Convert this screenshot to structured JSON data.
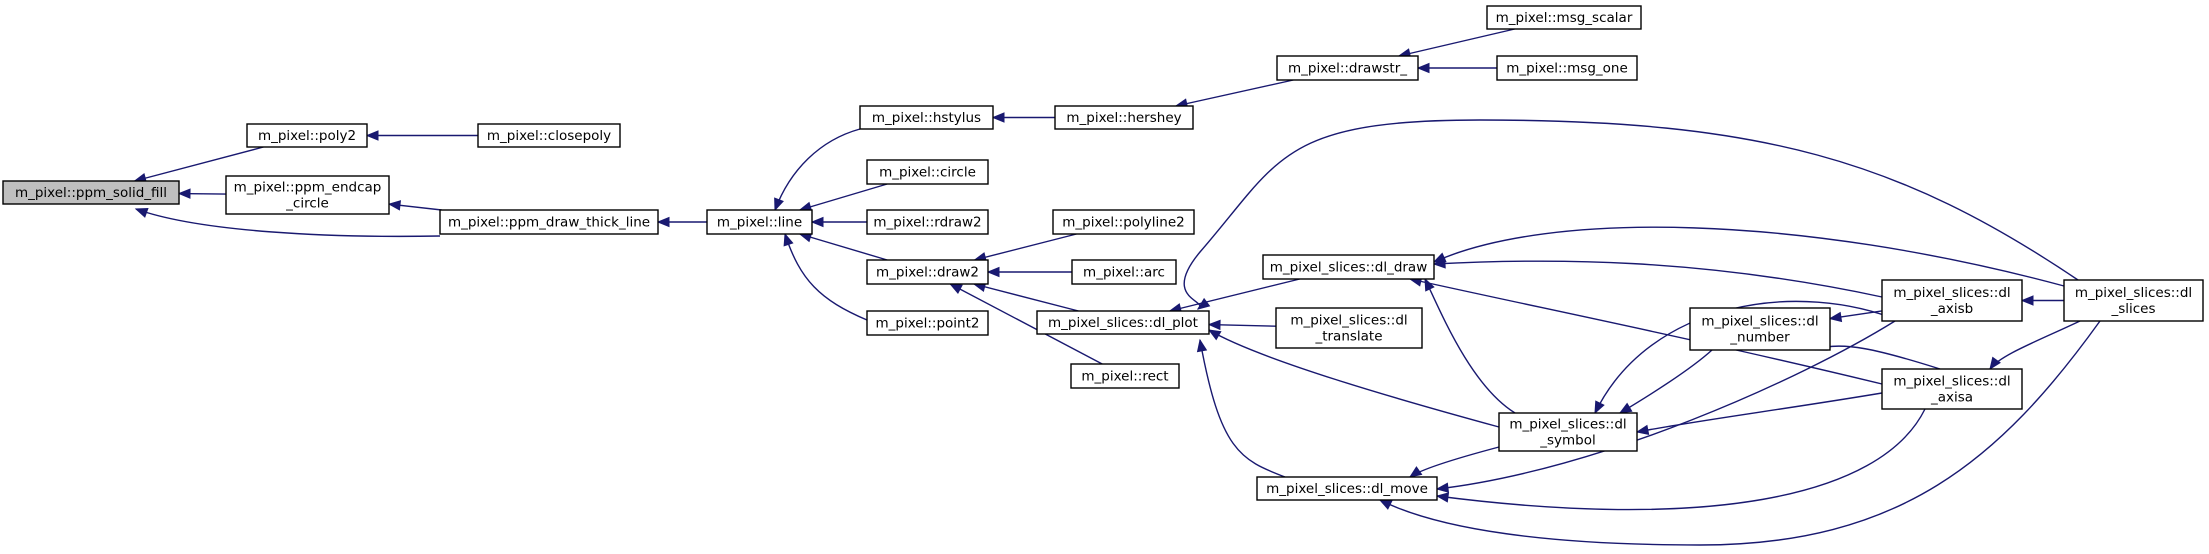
{
  "graph": {
    "colors": {
      "edge": "#191970",
      "root_fill": "#bfbfbf",
      "node_fill": "#ffffff",
      "node_border": "#000000"
    },
    "nodes": {
      "ppm_solid_fill": {
        "lines": [
          "m_pixel::ppm_solid_fill"
        ],
        "root": true
      },
      "poly2": {
        "lines": [
          "m_pixel::poly2"
        ]
      },
      "closepoly": {
        "lines": [
          "m_pixel::closepoly"
        ]
      },
      "ppm_endcap_circle": {
        "lines": [
          "m_pixel::ppm_endcap",
          "_circle"
        ]
      },
      "ppm_draw_thick_line": {
        "lines": [
          "m_pixel::ppm_draw_thick_line"
        ]
      },
      "line": {
        "lines": [
          "m_pixel::line"
        ]
      },
      "hstylus": {
        "lines": [
          "m_pixel::hstylus"
        ]
      },
      "hershey": {
        "lines": [
          "m_pixel::hershey"
        ]
      },
      "drawstr_": {
        "lines": [
          "m_pixel::drawstr_"
        ]
      },
      "msg_scalar": {
        "lines": [
          "m_pixel::msg_scalar"
        ]
      },
      "msg_one": {
        "lines": [
          "m_pixel::msg_one"
        ]
      },
      "circle": {
        "lines": [
          "m_pixel::circle"
        ]
      },
      "rdraw2": {
        "lines": [
          "m_pixel::rdraw2"
        ]
      },
      "draw2": {
        "lines": [
          "m_pixel::draw2"
        ]
      },
      "point2": {
        "lines": [
          "m_pixel::point2"
        ]
      },
      "polyline2": {
        "lines": [
          "m_pixel::polyline2"
        ]
      },
      "arc": {
        "lines": [
          "m_pixel::arc"
        ]
      },
      "dl_plot": {
        "lines": [
          "m_pixel_slices::dl_plot"
        ]
      },
      "rect": {
        "lines": [
          "m_pixel::rect"
        ]
      },
      "dl_draw": {
        "lines": [
          "m_pixel_slices::dl_draw"
        ]
      },
      "dl_translate": {
        "lines": [
          "m_pixel_slices::dl",
          "_translate"
        ]
      },
      "dl_move": {
        "lines": [
          "m_pixel_slices::dl_move"
        ]
      },
      "dl_symbol": {
        "lines": [
          "m_pixel_slices::dl",
          "_symbol"
        ]
      },
      "dl_number": {
        "lines": [
          "m_pixel_slices::dl",
          "_number"
        ]
      },
      "dl_axisb": {
        "lines": [
          "m_pixel_slices::dl",
          "_axisb"
        ]
      },
      "dl_axisa": {
        "lines": [
          "m_pixel_slices::dl",
          "_axisa"
        ]
      },
      "dl_slices": {
        "lines": [
          "m_pixel_slices::dl",
          "_slices"
        ]
      }
    },
    "edges": [
      {
        "from": "poly2",
        "to": "ppm_solid_fill"
      },
      {
        "from": "ppm_endcap_circle",
        "to": "ppm_solid_fill"
      },
      {
        "from": "ppm_draw_thick_line",
        "to": "ppm_solid_fill"
      },
      {
        "from": "closepoly",
        "to": "poly2"
      },
      {
        "from": "ppm_draw_thick_line",
        "to": "ppm_endcap_circle"
      },
      {
        "from": "line",
        "to": "ppm_draw_thick_line"
      },
      {
        "from": "hstylus",
        "to": "line"
      },
      {
        "from": "circle",
        "to": "line"
      },
      {
        "from": "rdraw2",
        "to": "line"
      },
      {
        "from": "draw2",
        "to": "line"
      },
      {
        "from": "point2",
        "to": "line"
      },
      {
        "from": "hershey",
        "to": "hstylus"
      },
      {
        "from": "drawstr_",
        "to": "hershey"
      },
      {
        "from": "msg_scalar",
        "to": "drawstr_"
      },
      {
        "from": "msg_one",
        "to": "drawstr_"
      },
      {
        "from": "polyline2",
        "to": "draw2"
      },
      {
        "from": "arc",
        "to": "draw2"
      },
      {
        "from": "dl_plot",
        "to": "draw2"
      },
      {
        "from": "rect",
        "to": "draw2"
      },
      {
        "from": "dl_draw",
        "to": "dl_plot"
      },
      {
        "from": "dl_translate",
        "to": "dl_plot"
      },
      {
        "from": "dl_symbol",
        "to": "dl_plot"
      },
      {
        "from": "dl_move",
        "to": "dl_plot"
      },
      {
        "from": "dl_slices",
        "to": "dl_plot"
      },
      {
        "from": "dl_axisb",
        "to": "dl_draw"
      },
      {
        "from": "dl_slices",
        "to": "dl_draw"
      },
      {
        "from": "dl_symbol",
        "to": "dl_draw"
      },
      {
        "from": "dl_axisa",
        "to": "dl_draw"
      },
      {
        "from": "dl_number",
        "to": "dl_symbol"
      },
      {
        "from": "dl_axisb",
        "to": "dl_symbol"
      },
      {
        "from": "dl_axisa",
        "to": "dl_symbol"
      },
      {
        "from": "dl_symbol",
        "to": "dl_move"
      },
      {
        "from": "dl_axisb",
        "to": "dl_move"
      },
      {
        "from": "dl_axisa",
        "to": "dl_move"
      },
      {
        "from": "dl_slices",
        "to": "dl_move"
      },
      {
        "from": "dl_axisb",
        "to": "dl_number"
      },
      {
        "from": "dl_axisa",
        "to": "dl_number"
      },
      {
        "from": "dl_slices",
        "to": "dl_axisb"
      },
      {
        "from": "dl_slices",
        "to": "dl_axisa"
      }
    ]
  }
}
